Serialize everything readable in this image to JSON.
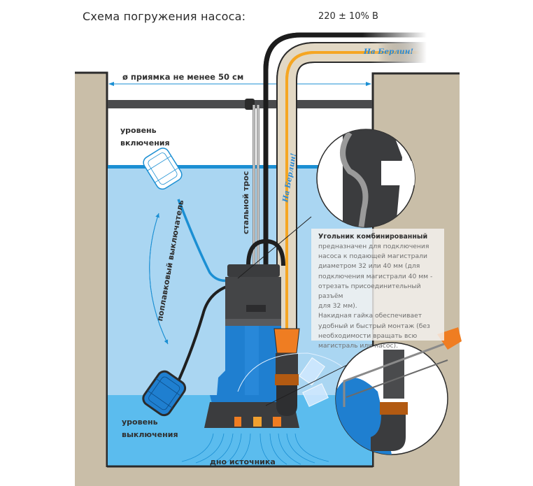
{
  "header": {
    "title": "Схема погружения насоса:",
    "voltage": "220 ± 10% В"
  },
  "labels": {
    "pit_diameter": "ø приямка не менее 50 см",
    "on_level": [
      "уровень",
      "включения"
    ],
    "off_level": [
      "уровень",
      "выключения"
    ],
    "steel_cable": "стальной трос",
    "float_switch": "поплавковый выключатель",
    "source_bottom": "дно источника",
    "hose_brand": "На Берлин!"
  },
  "callout": {
    "title": "Угольник комбинированный",
    "lines": [
      "предназначен для подключения",
      "насоса к подающей магистрали",
      "диаметром 32 или 40 мм (для",
      "подключения магистрали 40 мм -",
      "отрезать присоединительный разъём",
      "для 32 мм).",
      "Накидная гайка обеспечивает",
      "удобный и быстрый монтаж (без",
      "необходимости вращать всю",
      "магистраль или насос)."
    ]
  },
  "colors": {
    "ground": "#c9bea8",
    "water_upper": "#aad6f2",
    "water_lower": "#5bbcee",
    "water_line": "#1b8fd3",
    "pump_blue": "#1f7fd0",
    "pump_dark": "#3b3c3e",
    "hose": "#e2d8c4",
    "hose_stripe": "#f5a623",
    "fitting_orange": "#ef7d22",
    "wall_edge": "#2b2b2b"
  }
}
